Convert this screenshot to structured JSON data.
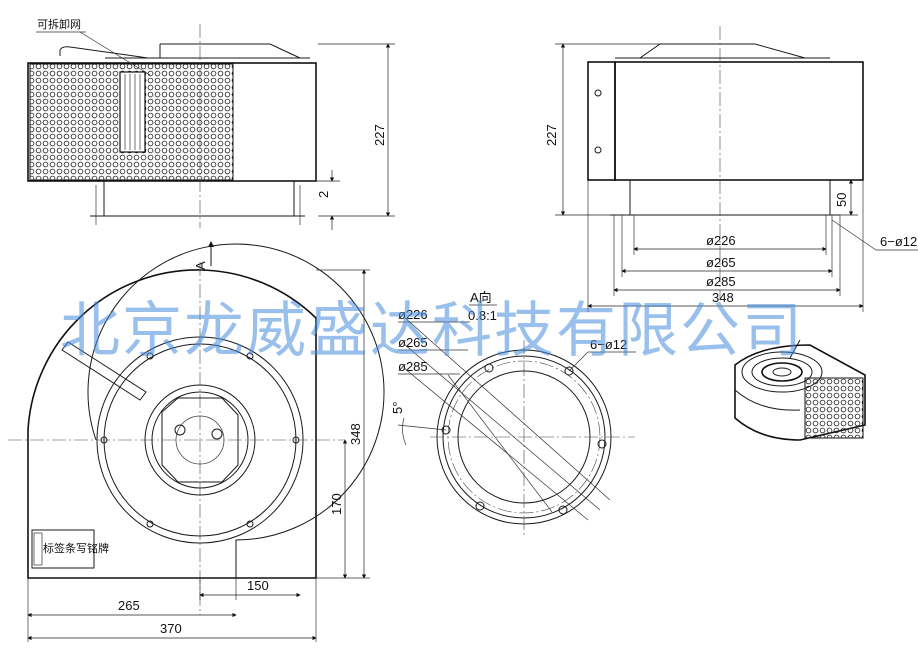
{
  "watermark": "北京龙威盛达科技有限公司",
  "labels": {
    "removable_mesh": "可拆卸网",
    "arrow_a": "A",
    "view_a": "A向",
    "view_a_scale": "0.8:1",
    "nameplate": "标签条写铭牌"
  },
  "dimensions": {
    "front_height": "227",
    "front_gap": "2",
    "side_height": "227",
    "side_base": "50",
    "d226": "ø226",
    "d265": "ø265",
    "d285": "ø285",
    "holes_side": "6−ø12",
    "width_348": "348",
    "top_348": "348",
    "top_170": "170",
    "top_150": "150",
    "top_265": "265",
    "top_370": "370",
    "view_d226": "ø226",
    "view_d265": "ø265",
    "view_d285": "ø285",
    "view_holes": "6−ø12",
    "view_angle": "5°"
  },
  "colors": {
    "line": "#1a1a1a",
    "watermark": "#468cdc"
  }
}
